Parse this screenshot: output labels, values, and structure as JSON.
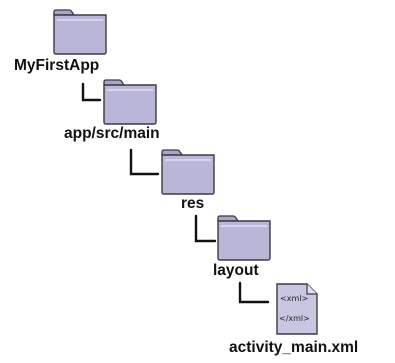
{
  "tree": {
    "root": {
      "label": "MyFirstApp",
      "icon": "folder-icon"
    },
    "level1": {
      "label": "app/src/main",
      "icon": "folder-icon"
    },
    "level2": {
      "label": "res",
      "icon": "folder-icon"
    },
    "level3": {
      "label": "layout",
      "icon": "folder-icon"
    },
    "file": {
      "label": "activity_main.xml",
      "icon": "xml-file-icon",
      "tag_open": "<xml>",
      "tag_close": "</xml>"
    }
  },
  "colors": {
    "folder_fill": "#b9b6d8",
    "folder_stroke": "#3a3a44",
    "connector": "#111111",
    "file_fill": "#c9c6e2"
  }
}
